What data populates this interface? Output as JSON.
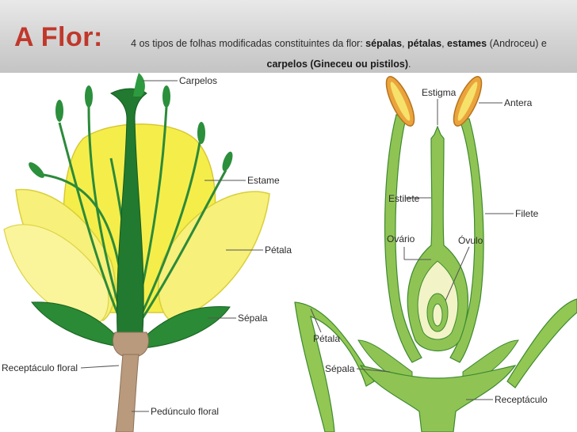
{
  "header": {
    "title": "A Flor:",
    "sub_intro": "4 os tipos de folhas modificadas constituintes da flor: ",
    "sub_sepalas": "sépalas",
    "sub_comma1": ", ",
    "sub_petalas": "pétalas",
    "sub_comma2": ", ",
    "sub_estames": "estames",
    "sub_androceu": " (Androceu) e ",
    "sub_carpelos": "carpelos (Gineceu ou pistilos)",
    "sub_end": "."
  },
  "left_diagram": {
    "labels": {
      "carpelos": "Carpelos",
      "estame": "Estame",
      "petala": "Pétala",
      "sepala": "Sépala",
      "receptaculo": "Receptáculo floral",
      "pedunculo": "Pedúnculo floral"
    }
  },
  "right_diagram": {
    "labels": {
      "estigma": "Estigma",
      "antera": "Antera",
      "estilete": "Estilete",
      "filete": "Filete",
      "ovario": "Ovário",
      "ovulo": "Óvulo",
      "petala": "Pétala",
      "sepala": "Sépala",
      "receptaculo": "Receptáculo"
    }
  },
  "colors": {
    "title": "#c0382b",
    "petal_yellow": "#f5ee4a",
    "dark_green": "#1f7a2e",
    "light_green": "#8cc34d",
    "stalk_brown": "#b79a7e",
    "anther_orange": "#e9a43a"
  }
}
